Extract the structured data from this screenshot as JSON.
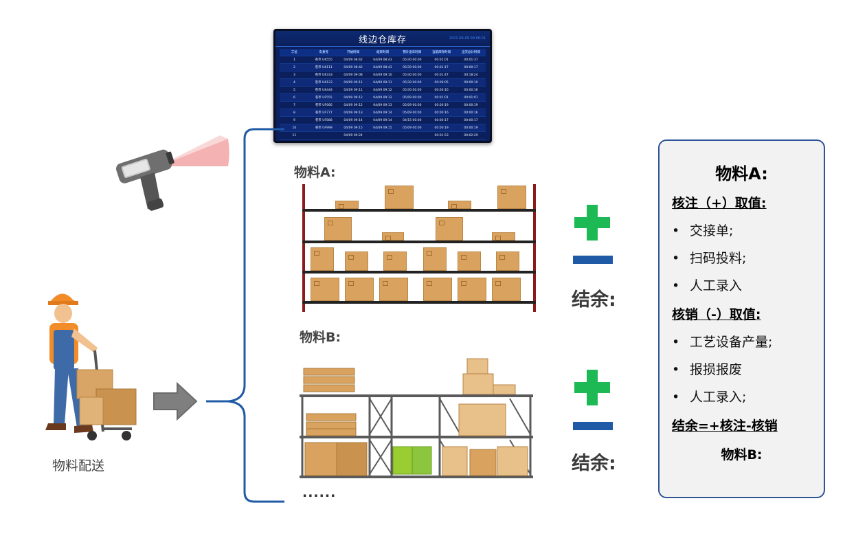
{
  "dashboard": {
    "title": "线边仓库存",
    "date": "2021-06-09 09:06:01",
    "columns": [
      "工位",
      "车身号",
      "开始时间",
      "结束时间",
      "预计送车时间",
      "当前库存时间",
      "当天总计时间"
    ],
    "rows": [
      [
        "1",
        "卷币 UK555",
        "04/09 08:42",
        "04/09 08:43",
        "05/30 00:00",
        "00:01:01",
        "00:01:37"
      ],
      [
        "2",
        "卷币 UK111",
        "04/09 08:42",
        "04/09 08:43",
        "05/30 00:00",
        "00:01:17",
        "00:00:17"
      ],
      [
        "3",
        "卷币 UK333",
        "04/09 09:08",
        "04/09 09:10",
        "05/30 00:00",
        "00:01:47",
        "00:18:24"
      ],
      [
        "4",
        "卷币 UK123",
        "04/09 09:11",
        "04/09 09:11",
        "05/30 00:00",
        "00:00:05",
        "00:00:19"
      ],
      [
        "5",
        "卷币 UK444",
        "04/09 09:11",
        "04/09 09:12",
        "05/30 00:00",
        "00:00:16",
        "00:00:16"
      ],
      [
        "6",
        "卷币 UF555",
        "04/09 09:12",
        "04/09 09:12",
        "05/09 00:00",
        "00:01:01",
        "00:01:01"
      ],
      [
        "7",
        "卷币 UF666",
        "04/09 09:12",
        "04/09 09:13",
        "05/09 00:00",
        "00:00:19",
        "00:00:19"
      ],
      [
        "8",
        "卷币 UF777",
        "04/09 09:13",
        "04/09 09:14",
        "05/09 00:00",
        "00:00:16",
        "00:00:16"
      ],
      [
        "9",
        "卷币 UF888",
        "04/09 09:14",
        "04/09 09:14",
        "04/15 00:00",
        "00:00:17",
        "00:00:17"
      ],
      [
        "10",
        "卷币 UF999",
        "04/09 09:15",
        "04/09 09:15",
        "05/09 00:00",
        "00:00:19",
        "00:00:19"
      ],
      [
        "11",
        "",
        "04/09 09:24",
        "",
        "",
        "00:01:53",
        "00:02:29"
      ]
    ]
  },
  "materials": {
    "a_label": "物料A:",
    "b_label": "物料B:",
    "more": "......",
    "balance_a": "结余:",
    "balance_b": "结余:"
  },
  "delivery_label": "物料配送",
  "panel": {
    "title": "物料A:",
    "heading_add": "核注（+）取值:",
    "add_items": [
      "交接单;",
      "扫码投料;",
      "人工录入"
    ],
    "heading_sub": "核销（-）取值:",
    "sub_items": [
      "工艺设备产量;",
      "报损报废",
      "人工录入;"
    ],
    "formula": "结余=+核注-核销",
    "footer": "物料B:"
  },
  "colors": {
    "plus": "#1db954",
    "minus": "#1f5aa6",
    "bracket": "#1f5aa6",
    "panel_border": "#2f5496",
    "screen_bg": "#0b1f5c"
  }
}
